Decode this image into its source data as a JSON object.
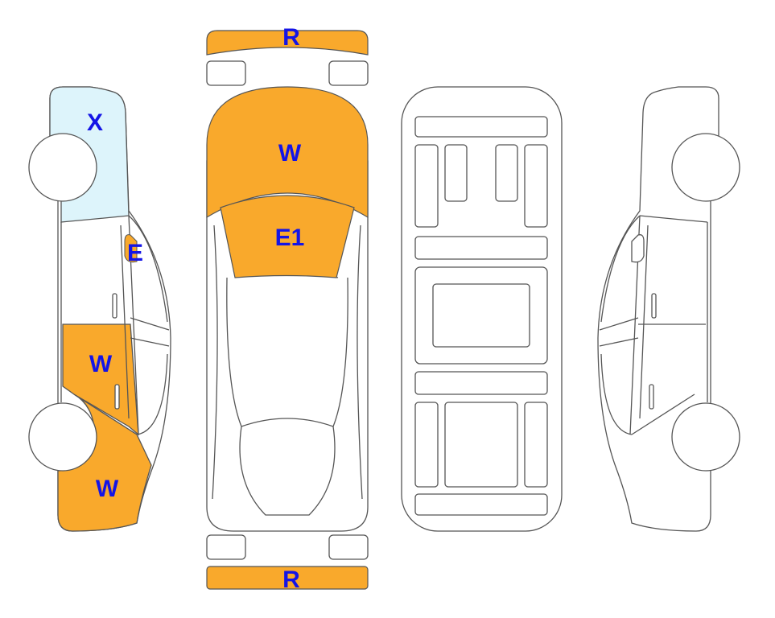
{
  "colors": {
    "damage": "#F9A92C",
    "glass_marked": "#DDF4FB",
    "label": "#1414E6",
    "outline": "#555555"
  },
  "labels": {
    "left_rear_glass": "X",
    "left_mirror": "E",
    "left_front_door": "W",
    "left_front_fender": "W",
    "rear_bumper": "R",
    "hood": "W",
    "windshield": "E1",
    "front_bumper": "R"
  }
}
